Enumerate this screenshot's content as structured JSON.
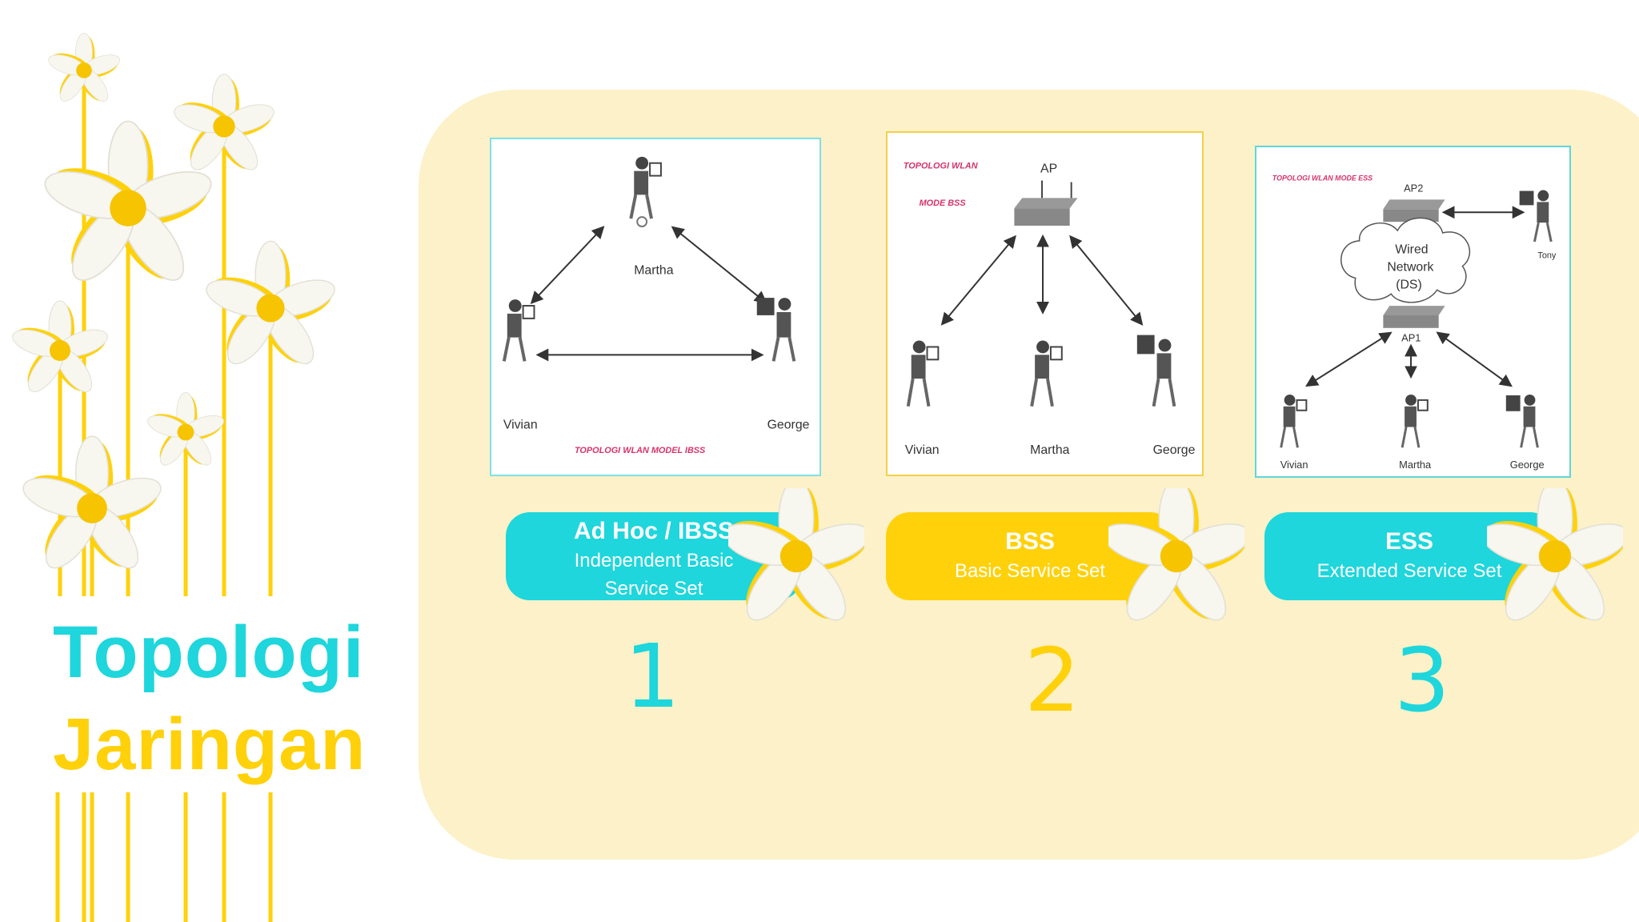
{
  "title": {
    "line1": "Topologi",
    "line2": "Jaringan"
  },
  "colors": {
    "cyan": "#1ed6dc",
    "yellow": "#ffd10a",
    "panel": "#fcf1c8",
    "flower_center": "#f6c400"
  },
  "icons": [
    "flower-icon",
    "person-laptop-icon",
    "person-desktop-icon",
    "access-point-icon",
    "cloud-icon"
  ],
  "cards": [
    {
      "number": "1",
      "title": "Ad Hoc / IBSS",
      "subtitle": "Independent Basic Service Set",
      "diagram": {
        "caption": "TOPOLOGI WLAN MODEL IBSS",
        "nodes": [
          "Martha",
          "Vivian",
          "George"
        ]
      }
    },
    {
      "number": "2",
      "title": "BSS",
      "subtitle": "Basic Service Set",
      "diagram": {
        "caption_line1": "TOPOLOGI WLAN",
        "caption_line2": "MODE BSS",
        "ap_label": "AP",
        "nodes": [
          "Vivian",
          "Martha",
          "George"
        ]
      }
    },
    {
      "number": "3",
      "title": "ESS",
      "subtitle": "Extended Service Set",
      "diagram": {
        "caption": "TOPOLOGI WLAN MODE ESS",
        "ap2_label": "AP2",
        "ap1_label": "AP1",
        "cloud_label_1": "Wired",
        "cloud_label_2": "Network",
        "cloud_label_3": "(DS)",
        "nodes": [
          "Tony",
          "Vivian",
          "Martha",
          "George"
        ]
      }
    }
  ]
}
